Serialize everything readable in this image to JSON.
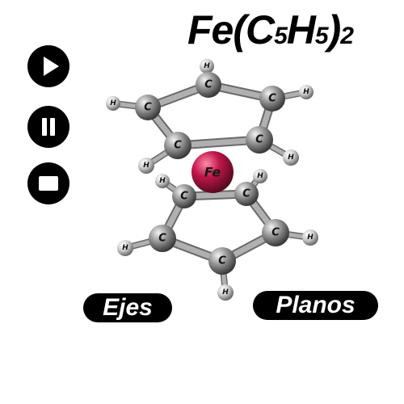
{
  "title": {
    "fe": "Fe(C",
    "n1": "5",
    "h": "H",
    "n2": "5",
    "close": ")",
    "n3": "2"
  },
  "controls": {
    "play_icon": "play-icon",
    "pause_icon": "pause-icon",
    "stop_icon": "stop-icon"
  },
  "buttons": {
    "axes_label": "Ejes",
    "planes_label": "Planos"
  },
  "molecule": {
    "iron_label": "Fe",
    "carbon_label": "C",
    "hydrogen_label": "H",
    "colors": {
      "iron": "#c0184a",
      "carbon": "#7a7a7a",
      "hydrogen": "#cfcfcf",
      "bond": "#b0b0b0"
    }
  }
}
